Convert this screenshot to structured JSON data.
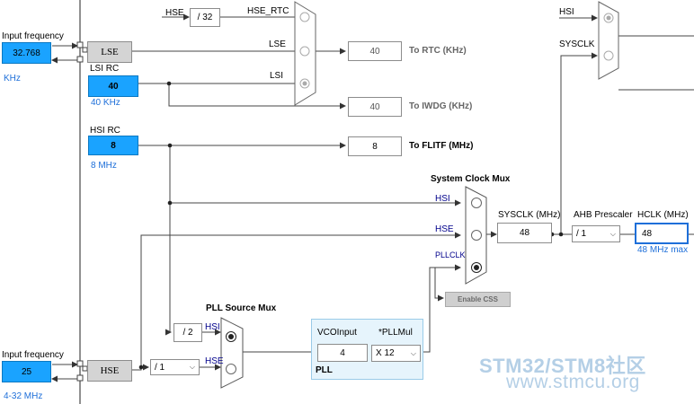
{
  "inputs": {
    "lse_input": {
      "label": "Input frequency",
      "value": "32.768",
      "unit": "KHz"
    },
    "hse_input": {
      "label": "Input frequency",
      "value": "25",
      "unit": "4-32 MHz"
    }
  },
  "sources": {
    "lse": "LSE",
    "hse": "HSE",
    "lsi_rc": {
      "label": "LSI RC",
      "value": "40",
      "unit": "40 KHz"
    },
    "hsi_rc": {
      "label": "HSI RC",
      "value": "8",
      "unit": "8 MHz"
    }
  },
  "rtc": {
    "hse_in_label": "HSE",
    "div_value": "/ 32",
    "hse_rtc_label": "HSE_RTC",
    "mux_lse_label": "LSE",
    "mux_lsi_label": "LSI",
    "out_value": "40",
    "out_label": "To RTC (KHz)"
  },
  "iwdg": {
    "value": "40",
    "label": "To IWDG (KHz)"
  },
  "flitf": {
    "value": "8",
    "label": "To FLITF (MHz)"
  },
  "sysclk_mux": {
    "title": "System Clock Mux",
    "hsi_label": "HSI",
    "hse_label": "HSE",
    "pllclk_label": "PLLCLK",
    "selected": "PLLCLK",
    "css_button": "Enable CSS"
  },
  "sysclk": {
    "label": "SYSCLK (MHz)",
    "value": "48"
  },
  "ahb": {
    "label": "AHB Prescaler",
    "value": "/ 1"
  },
  "hclk": {
    "label": "HCLK (MHz)",
    "value": "48",
    "note": "48 MHz max"
  },
  "top_right_mux": {
    "hsi_label": "HSI",
    "sysclk_label": "SYSCLK"
  },
  "pll_source_mux": {
    "title": "PLL Source Mux",
    "hsi_label": "HSI",
    "hse_label": "HSE",
    "selected": "HSI",
    "hsi_div": "/ 2",
    "hse_div": "/ 1"
  },
  "pll": {
    "vco_label": "VCOInput",
    "vco_value": "4",
    "mul_label": "*PLLMul",
    "mul_value": "X 12",
    "name": "PLL"
  },
  "watermark": {
    "line1_a": "STM32/",
    "line1_b": "STM8",
    "line1_c": "社区",
    "line2": "www.stmcu.org"
  }
}
